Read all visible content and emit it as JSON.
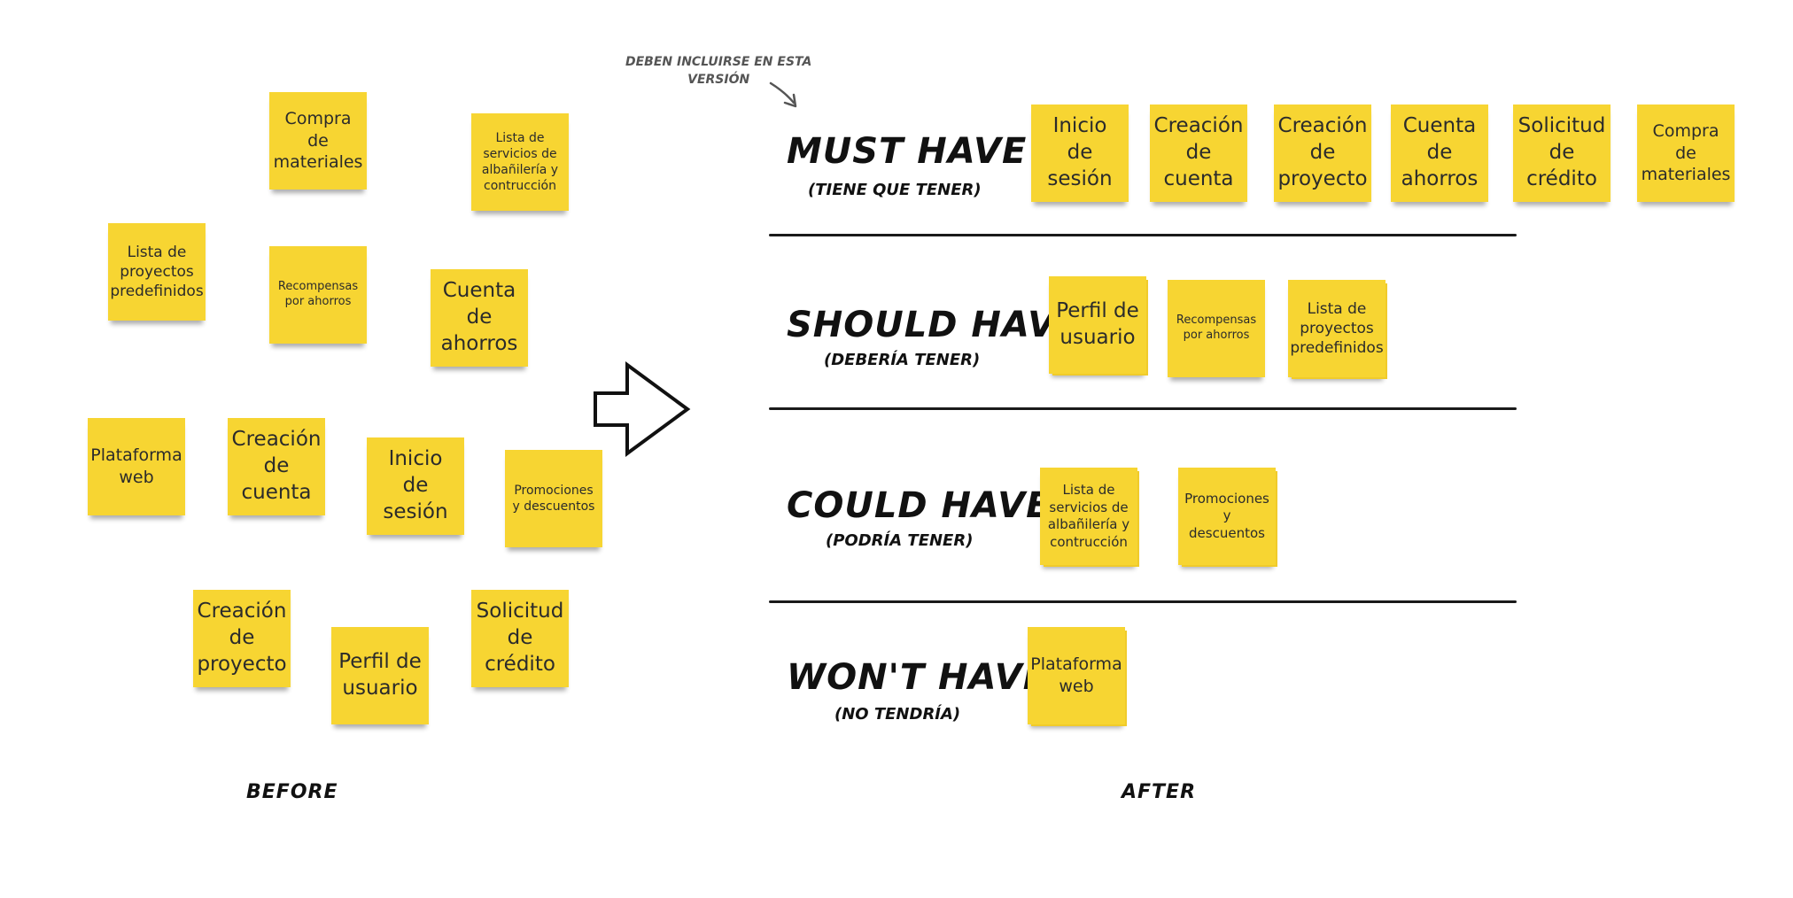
{
  "annotation": {
    "line1": "DEBEN INCLUIRSE EN ESTA",
    "line2": "VERSIÓN"
  },
  "before": {
    "caption": "BEFORE",
    "notes": {
      "compra": "Compra de materiales",
      "lista_servicios": "Lista de servicios de albañilería y contrucción",
      "lista_proyectos": "Lista de proyectos predefinidos",
      "recompensas": "Recompensas por ahorros",
      "cuenta": "Cuenta de ahorros",
      "plataforma": "Plataforma web",
      "creacion_cuenta": "Creación de cuenta",
      "inicio": "Inicio de sesión",
      "promociones": "Promociones y descuentos",
      "creacion_proyecto": "Creación de proyecto",
      "perfil": "Perfil de usuario",
      "solicitud": "Solicitud de crédito"
    }
  },
  "after": {
    "caption": "AFTER",
    "must": {
      "title": "MUST HAVE",
      "subtitle": "(TIENE QUE TENER)",
      "notes": [
        "Inicio de sesión",
        "Creación de cuenta",
        "Creación de proyecto",
        "Cuenta de ahorros",
        "Solicitud de crédito",
        "Compra de materiales"
      ]
    },
    "should": {
      "title": "SHOULD HAVE",
      "subtitle": "(DEBERÍA TENER)",
      "notes": [
        "Perfil de usuario",
        "Recompensas por ahorros",
        "Lista de proyectos predefinidos"
      ]
    },
    "could": {
      "title": "COULD HAVE",
      "subtitle": "(PODRÍA TENER)",
      "notes": [
        "Lista de servicios de albañilería y contrucción",
        "Promociones y descuentos"
      ]
    },
    "wont": {
      "title": "WON'T HAVE",
      "subtitle": "(NO TENDRÍA)",
      "notes": [
        "Plataforma web"
      ]
    }
  },
  "colors": {
    "sticky": "#f7d532",
    "ink": "#111111"
  }
}
